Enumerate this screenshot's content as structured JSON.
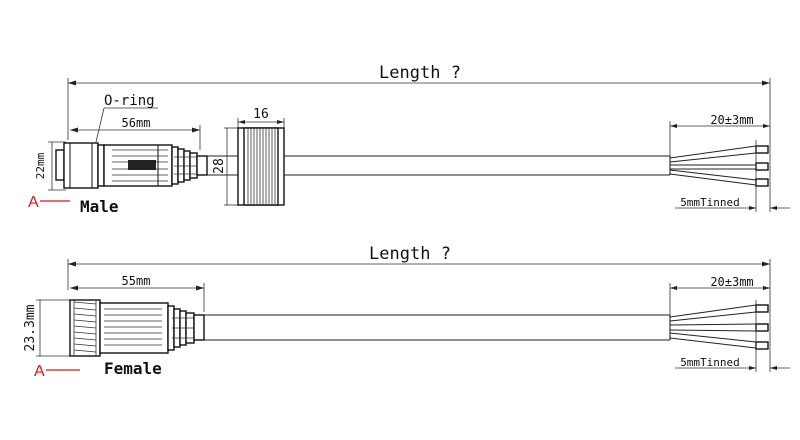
{
  "male": {
    "overall_length": "Length ?",
    "oring_label": "O-ring",
    "connector_length": "56mm",
    "nut_width": "16",
    "nut_height": "28",
    "body_diameter": "22mm",
    "strip_length": "20±3mm",
    "tinned": "5mmTinned",
    "section_marker": "A",
    "gender": "Male"
  },
  "female": {
    "overall_length": "Length ?",
    "connector_length": "55mm",
    "body_diameter": "23.3mm",
    "strip_length": "20±3mm",
    "tinned": "5mmTinned",
    "section_marker": "A",
    "gender": "Female"
  },
  "colors": {
    "marker": "#e0161a",
    "line": "#222222"
  }
}
